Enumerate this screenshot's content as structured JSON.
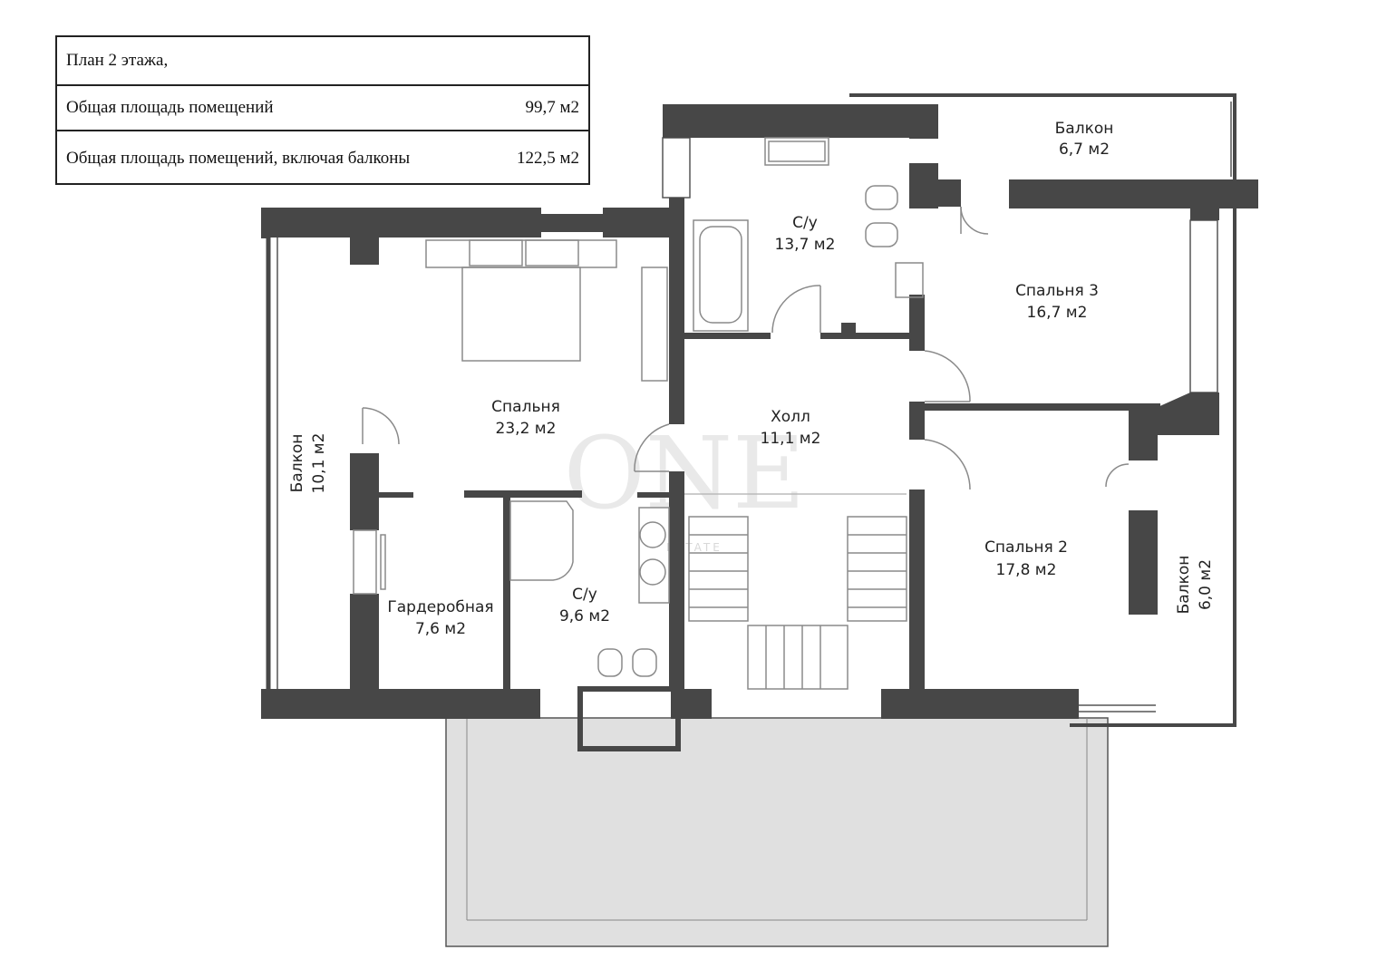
{
  "info": {
    "title": "План 2 этажа,",
    "area_label": "Общая площадь помещений",
    "area_value": "99,7 м2",
    "area_balc_label": "Общая площадь помещений, включая балконы",
    "area_balc_value": "122,5 м2"
  },
  "watermark": {
    "main": "ONE",
    "sub": "ESTATE"
  },
  "rooms": {
    "balcony_top": {
      "name": "Балкон",
      "area": "6,7 м2"
    },
    "wc_top": {
      "name": "С/у",
      "area": "13,7 м2"
    },
    "bedroom3": {
      "name": "Спальня 3",
      "area": "16,7 м2"
    },
    "bedroom_main": {
      "name": "Спальня",
      "area": "23,2 м2"
    },
    "hall": {
      "name": "Холл",
      "area": "11,1 м2"
    },
    "balcony_left": {
      "name": "Балкон",
      "area": "10,1 м2"
    },
    "bedroom2": {
      "name": "Спальня 2",
      "area": "17,8 м2"
    },
    "balcony_right": {
      "name": "Балкон",
      "area": "6,0 м2"
    },
    "wc_bottom": {
      "name": "С/у",
      "area": "9,6 м2"
    },
    "wardrobe": {
      "name": "Гардеробная",
      "area": "7,6 м2"
    }
  },
  "colors": {
    "wall": "#474747",
    "terrace": "#e0e0e0",
    "line": "#555555",
    "fixture": "#9a9a9a"
  }
}
